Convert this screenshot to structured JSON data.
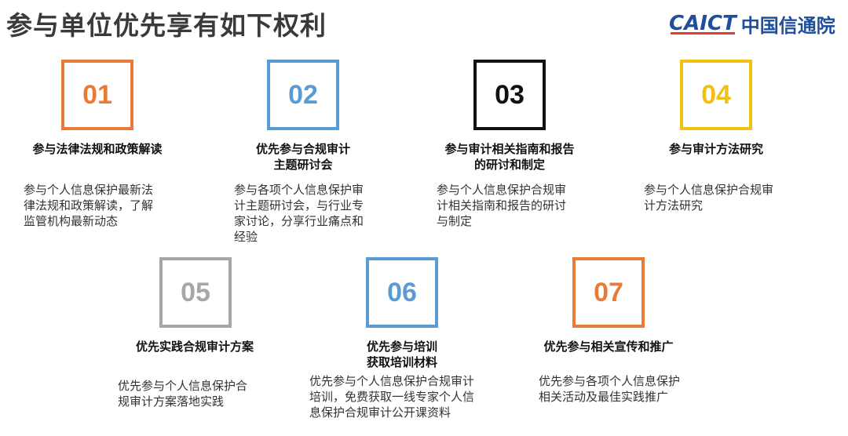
{
  "title": "参与单位优先享有如下权利",
  "logo": {
    "en": "CAICT",
    "cn": "中国信通院"
  },
  "items": [
    {
      "number": "01",
      "color": "#e97b36",
      "heading_lines": [
        "参与法律法规和政策解读"
      ],
      "desc_lines": [
        "参与个人信息保护最新法",
        "律法规和政策解读，了解",
        "监管机构最新动态"
      ]
    },
    {
      "number": "02",
      "color": "#5b9bd5",
      "heading_lines": [
        "优先参与合规审计",
        "主题研讨会"
      ],
      "desc_lines": [
        "参与各项个人信息保护审",
        "计主题研讨会，与行业专",
        "家讨论，分享行业痛点和",
        "经验"
      ]
    },
    {
      "number": "03",
      "color": "#111111",
      "heading_lines": [
        "参与审计相关指南和报告",
        "的研讨和制定"
      ],
      "desc_lines": [
        "参与个人信息保护合规审",
        "计相关指南和报告的研讨",
        "与制定"
      ]
    },
    {
      "number": "04",
      "color": "#f2c012",
      "heading_lines": [
        "参与审计方法研究"
      ],
      "desc_lines": [
        "参与个人信息保护合规审",
        "计方法研究"
      ]
    },
    {
      "number": "05",
      "color": "#a6a6a6",
      "heading_lines": [
        "优先实践合规审计方案"
      ],
      "desc_lines": [
        "优先参与个人信息保护合",
        "规审计方案落地实践"
      ]
    },
    {
      "number": "06",
      "color": "#5b9bd5",
      "heading_lines": [
        "优先参与培训",
        "获取培训材料"
      ],
      "desc_lines": [
        "优先参与个人信息保护合规审计",
        "培训，免费获取一线专家个人信",
        "息保护合规审计公开课资料"
      ]
    },
    {
      "number": "07",
      "color": "#e97b36",
      "heading_lines": [
        "优先参与相关宣传和推广"
      ],
      "desc_lines": [
        "优先参与各项个人信息保护",
        "相关活动及最佳实践推广"
      ]
    }
  ]
}
